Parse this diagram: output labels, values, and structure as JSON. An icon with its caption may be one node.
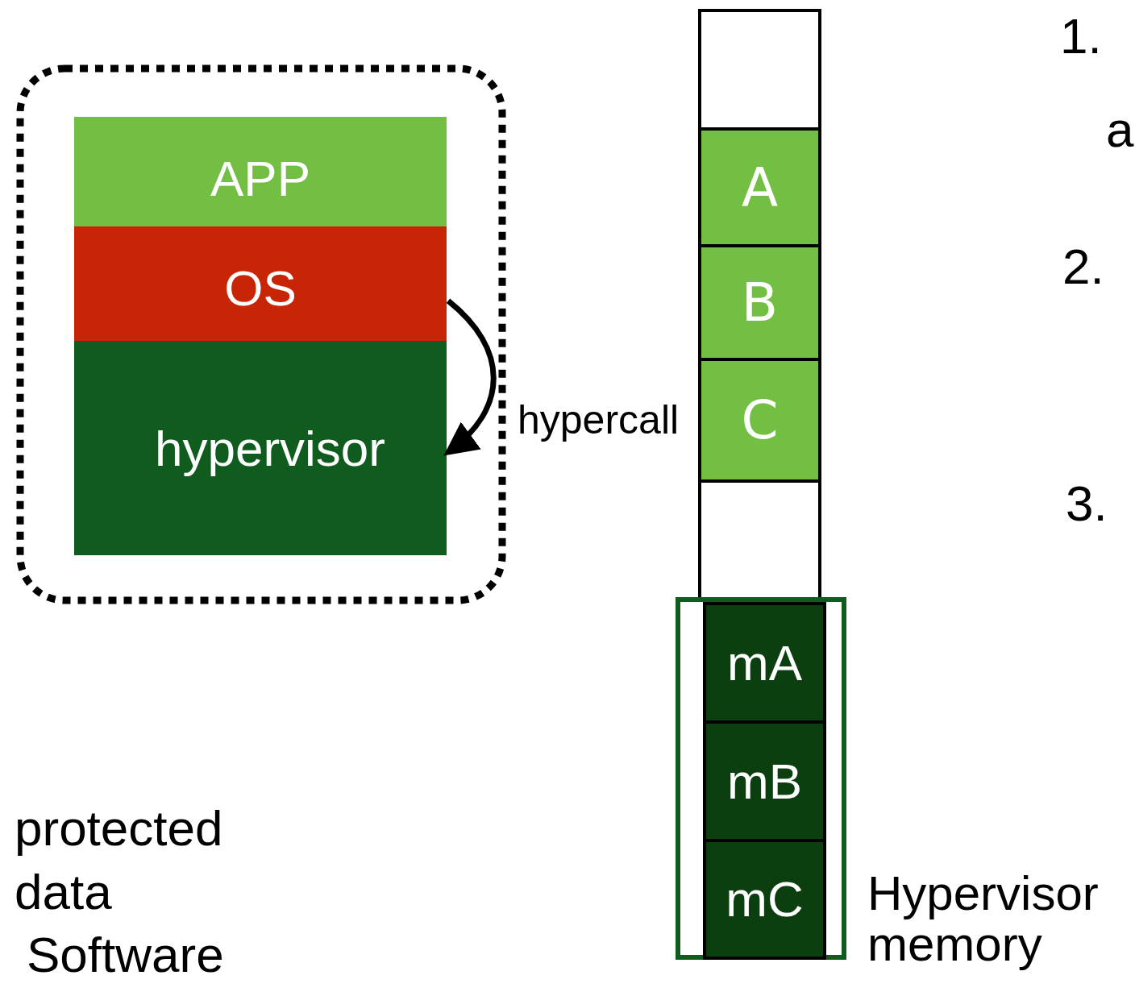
{
  "diagram": {
    "nodes": [
      {
        "text": [],
        "shape": "box"
      },
      {
        "text": [
          "APP"
        ],
        "in": 0
      },
      {
        "text": [
          "OS"
        ],
        "in": 0
      },
      {
        "text": [
          "hypervisor"
        ],
        "in": 0
      },
      {
        "text": [],
        "shape": "box"
      },
      {
        "text": [
          "A"
        ]
      },
      {
        "text": [
          "B"
        ]
      },
      {
        "text": [
          "C"
        ]
      },
      {
        "text": [],
        "shape": "box"
      },
      {
        "text": [
          "Hypervisor memory"
        ]
      },
      {
        "text": [
          "mA"
        ],
        "in": 9
      },
      {
        "text": [
          "mB"
        ],
        "in": 9
      },
      {
        "text": [
          "mC"
        ],
        "in": 9
      }
    ],
    "edges": [
      {
        "from": 2,
        "to": 3,
        "arrow": "to",
        "label": "hypercall"
      }
    ],
    "labels": [
      "1.",
      "a",
      "2.",
      "3.",
      "protected data",
      "Software"
    ]
  }
}
